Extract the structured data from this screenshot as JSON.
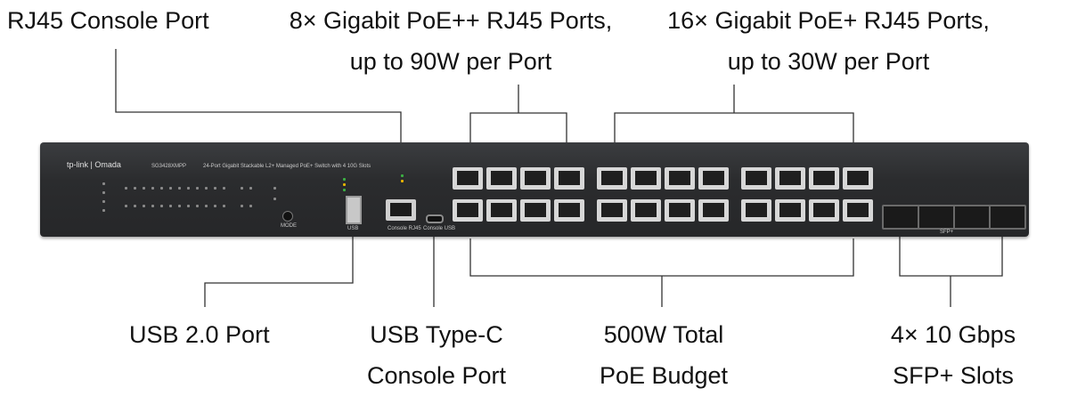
{
  "callouts": {
    "rj45_console": "RJ45 Console Port",
    "poe_plus_plus_line1": "8× Gigabit PoE++ RJ45 Ports,",
    "poe_plus_plus_line2": "up to 90W per Port",
    "poe_plus_line1": "16× Gigabit PoE+ RJ45 Ports,",
    "poe_plus_line2": "up to 30W per Port",
    "usb2": "USB 2.0 Port",
    "usbc_line1": "USB Type-C",
    "usbc_line2": "Console Port",
    "budget_line1": "500W Total",
    "budget_line2": "PoE Budget",
    "sfp_line1": "4× 10 Gbps",
    "sfp_line2": "SFP+ Slots"
  },
  "device": {
    "brand": "tp-link | Omada",
    "model": "SG3428XMPP",
    "description": "24-Port Gigabit Stackable L2+ Managed PoE+ Switch with 4 10G Slots",
    "usb_label": "USB",
    "console_rj45_label": "Console RJ45",
    "console_usb_label": "Console USB",
    "mode_label": "MODE",
    "sfp_label": "SFP+"
  },
  "colors": {
    "chassis": "#2b2c2e",
    "port_frame": "#d7d7d7",
    "leader_line": "#333333"
  }
}
